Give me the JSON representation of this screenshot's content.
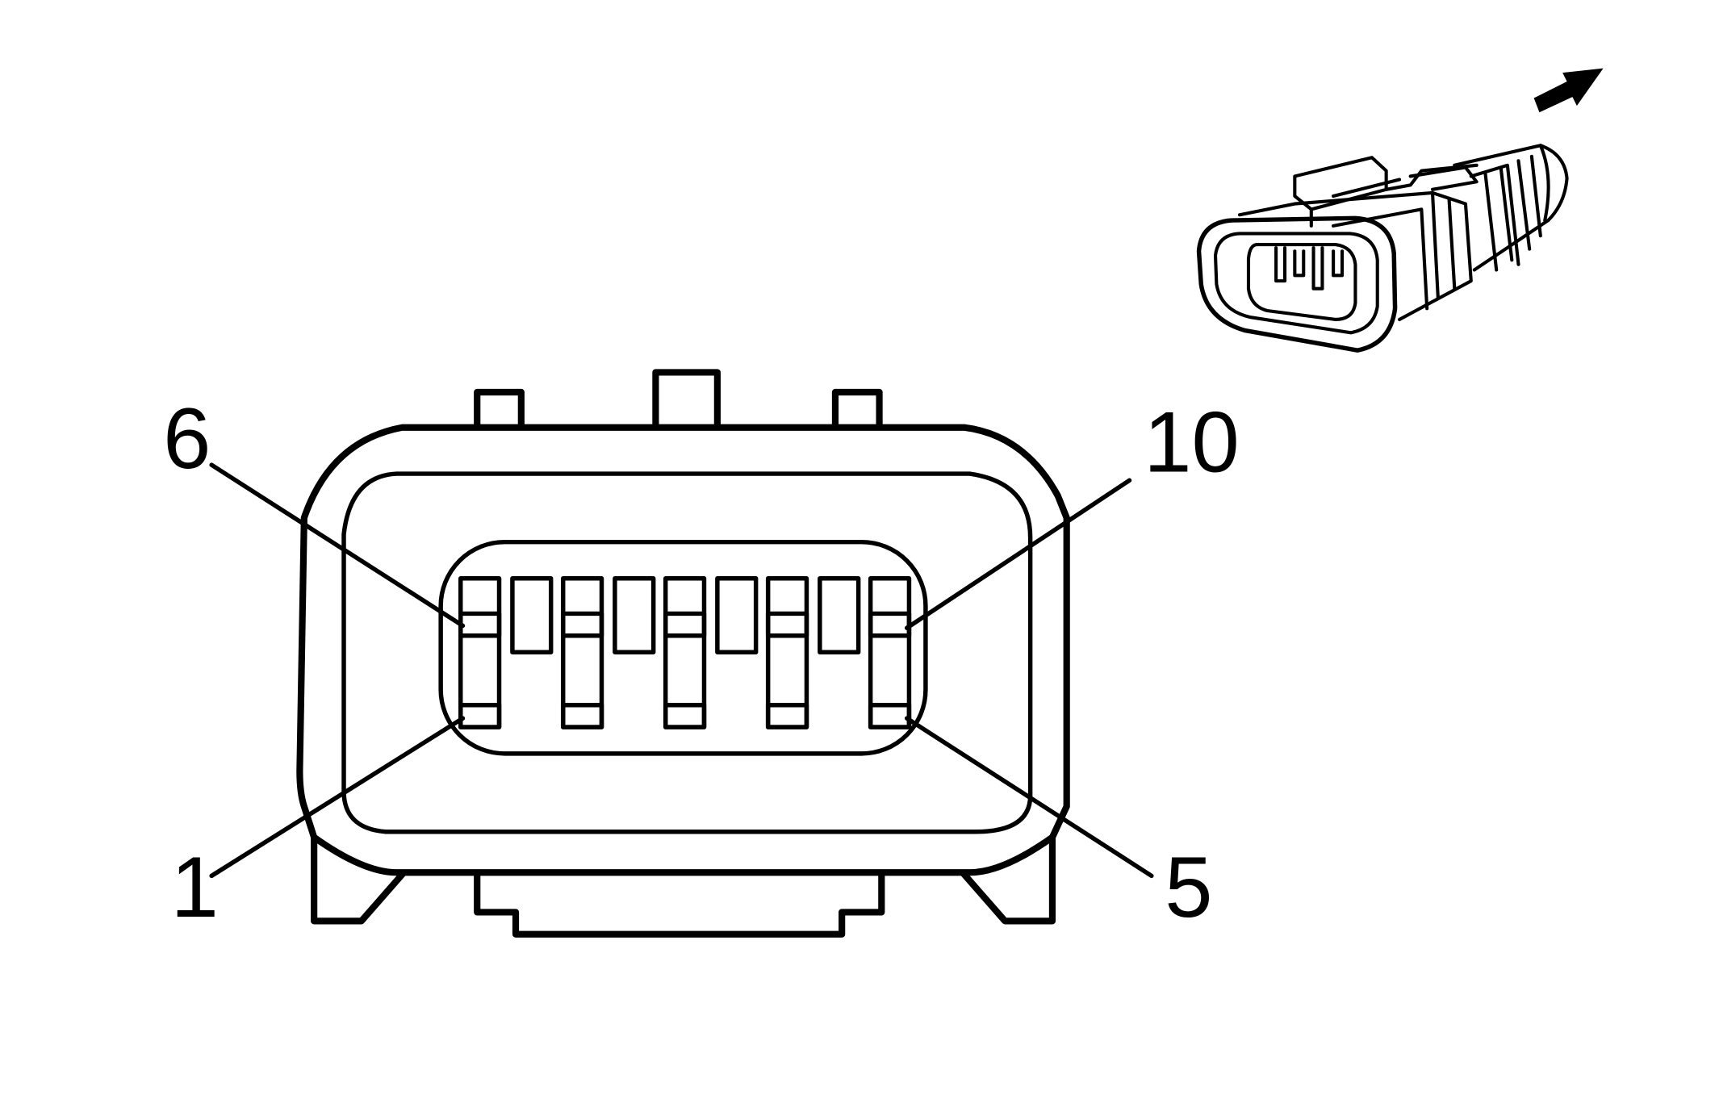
{
  "diagram": {
    "stroke_color": "#000000",
    "background_color": "#ffffff",
    "pin_labels": {
      "pin_6": "6",
      "pin_10": "10",
      "pin_1": "1",
      "pin_5": "5"
    },
    "icons": {
      "direction_arrow": "arrow-up-right-icon",
      "connector_view": "connector-isometric-icon"
    }
  }
}
